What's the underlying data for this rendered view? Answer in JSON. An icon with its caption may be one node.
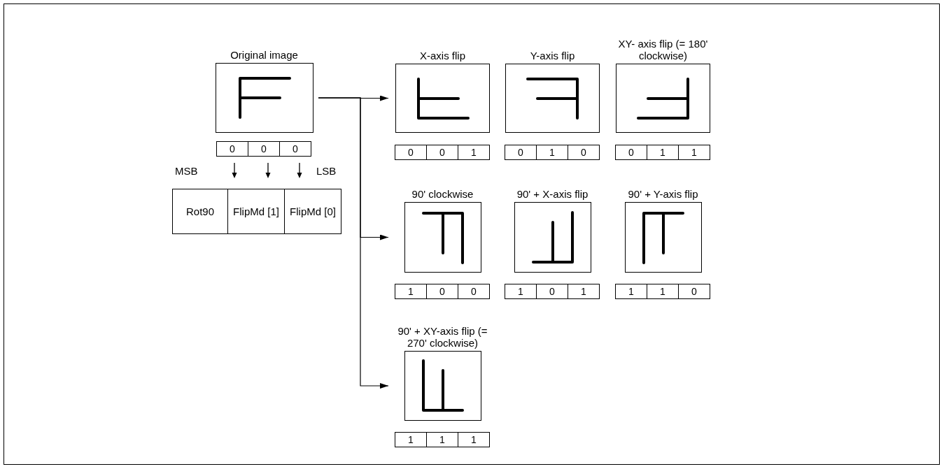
{
  "diagram": {
    "nodes": [
      {
        "text": [
          "Original image"
        ],
        "beside": [
          "0",
          "0",
          "0"
        ]
      },
      {
        "text": [
          "X-axis flip"
        ],
        "beside": [
          "0",
          "0",
          "1"
        ]
      },
      {
        "text": [
          "Y-axis flip"
        ],
        "beside": [
          "0",
          "1",
          "0"
        ]
      },
      {
        "text": [
          "XY- axis flip (= 180' clockwise)"
        ],
        "beside": [
          "0",
          "1",
          "1"
        ]
      },
      {
        "text": [
          "90' clockwise"
        ],
        "beside": [
          "1",
          "0",
          "0"
        ]
      },
      {
        "text": [
          "90' + X-axis flip"
        ],
        "beside": [
          "1",
          "0",
          "1"
        ]
      },
      {
        "text": [
          "90' + Y-axis flip"
        ],
        "beside": [
          "1",
          "1",
          "0"
        ]
      },
      {
        "text": [
          "90' + XY-axis flip (= 270' clockwise)"
        ],
        "beside": [
          "1",
          "1",
          "1"
        ]
      }
    ],
    "edges": [
      {
        "from": 0,
        "to": 1,
        "arrow": "to"
      },
      {
        "from": 0,
        "to": 4,
        "arrow": "to"
      },
      {
        "from": 0,
        "to": 7,
        "arrow": "to"
      }
    ],
    "labels": [
      "MSB",
      "LSB",
      "Rot90",
      "FlipMd [1]",
      "FlipMd [0]"
    ]
  }
}
